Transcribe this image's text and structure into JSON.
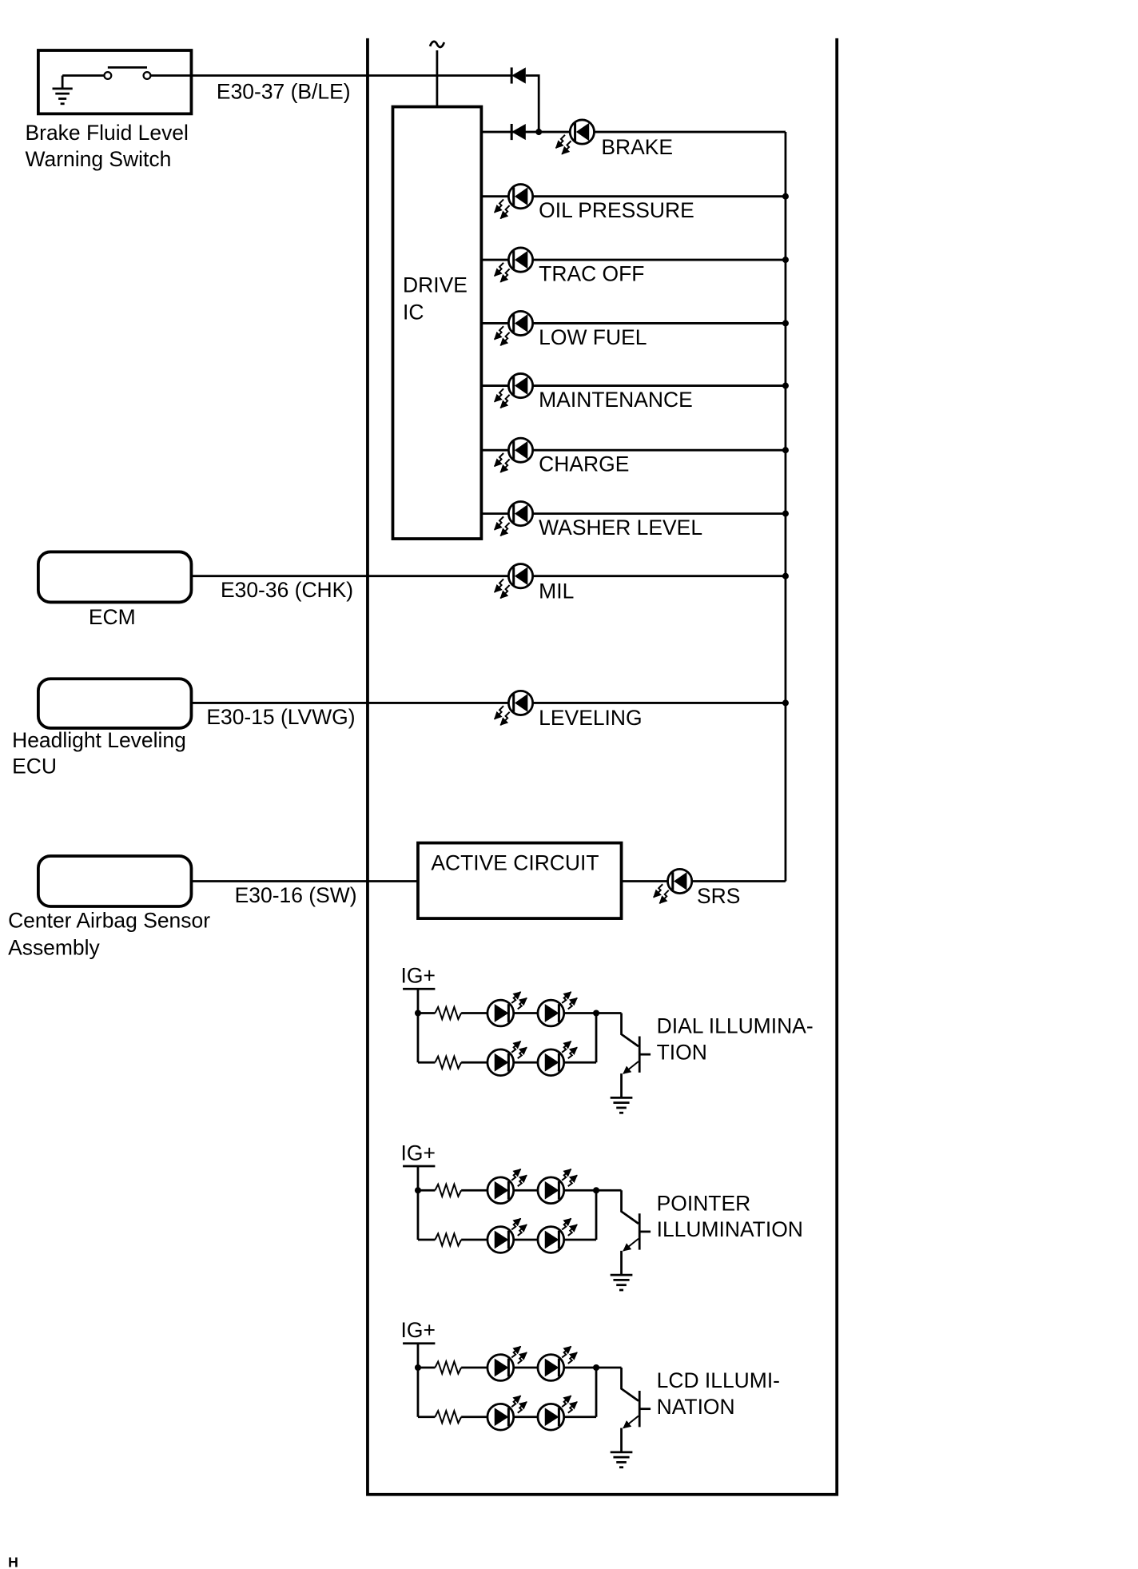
{
  "colors": {
    "line": "#000000",
    "background": "#ffffff"
  },
  "brake_fluid_switch": {
    "name": [
      "Brake Fluid Level",
      "Warning Switch"
    ],
    "wire": "E30-37 (B/LE)"
  },
  "ecm": {
    "name": "ECM",
    "wire": "E30-36 (CHK)"
  },
  "headlight_leveling_ecu": {
    "name": [
      "Headlight Leveling",
      "ECU"
    ],
    "wire": "E30-15 (LVWG)"
  },
  "center_airbag_sensor": {
    "name": [
      "Center Airbag Sensor",
      "Assembly"
    ],
    "wire": "E30-16 (SW)"
  },
  "combination_meter": {
    "drive_ic": [
      "DRIVE",
      "IC"
    ],
    "active_circuit": "ACTIVE CIRCUIT",
    "warning_lamps": [
      "BRAKE",
      "OIL PRESSURE",
      "TRAC OFF",
      "LOW FUEL",
      "MAINTENANCE",
      "CHARGE",
      "WASHER LEVEL",
      "MIL",
      "LEVELING",
      "SRS"
    ],
    "illumination_circuits": [
      {
        "supply": "IG+",
        "label": [
          "DIAL ILLUMINA-",
          "TION"
        ]
      },
      {
        "supply": "IG+",
        "label": [
          "POINTER",
          "ILLUMINATION"
        ]
      },
      {
        "supply": "IG+",
        "label": [
          "LCD ILLUMI-",
          "NATION"
        ]
      }
    ]
  },
  "corner_mark": "H"
}
